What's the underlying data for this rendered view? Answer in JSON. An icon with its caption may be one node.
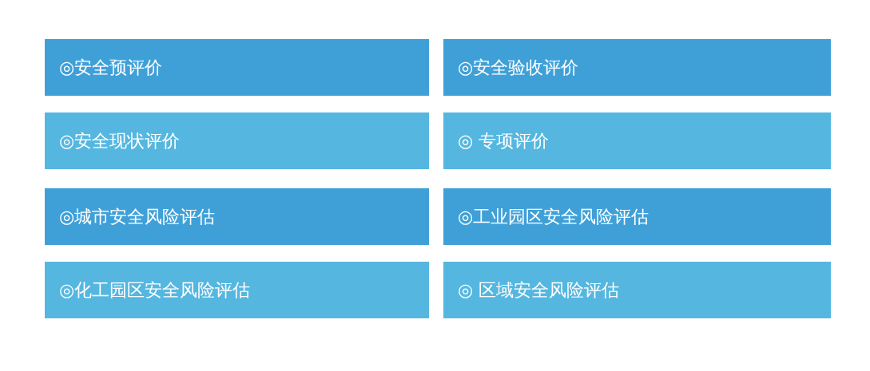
{
  "diagram": {
    "nodes": [
      {
        "text": [
          "◎安全预评价"
        ]
      },
      {
        "text": [
          "◎安全验收评价"
        ]
      },
      {
        "text": [
          "◎安全现状评价"
        ]
      },
      {
        "text": [
          "◎ 专项评价"
        ]
      },
      {
        "text": [
          "◎城市安全风险评估"
        ]
      },
      {
        "text": [
          "◎工业园区安全风险评估"
        ]
      },
      {
        "text": [
          "◎化工园区安全风险评估"
        ]
      },
      {
        "text": [
          "◎ 区域安全风险评估"
        ]
      }
    ]
  }
}
